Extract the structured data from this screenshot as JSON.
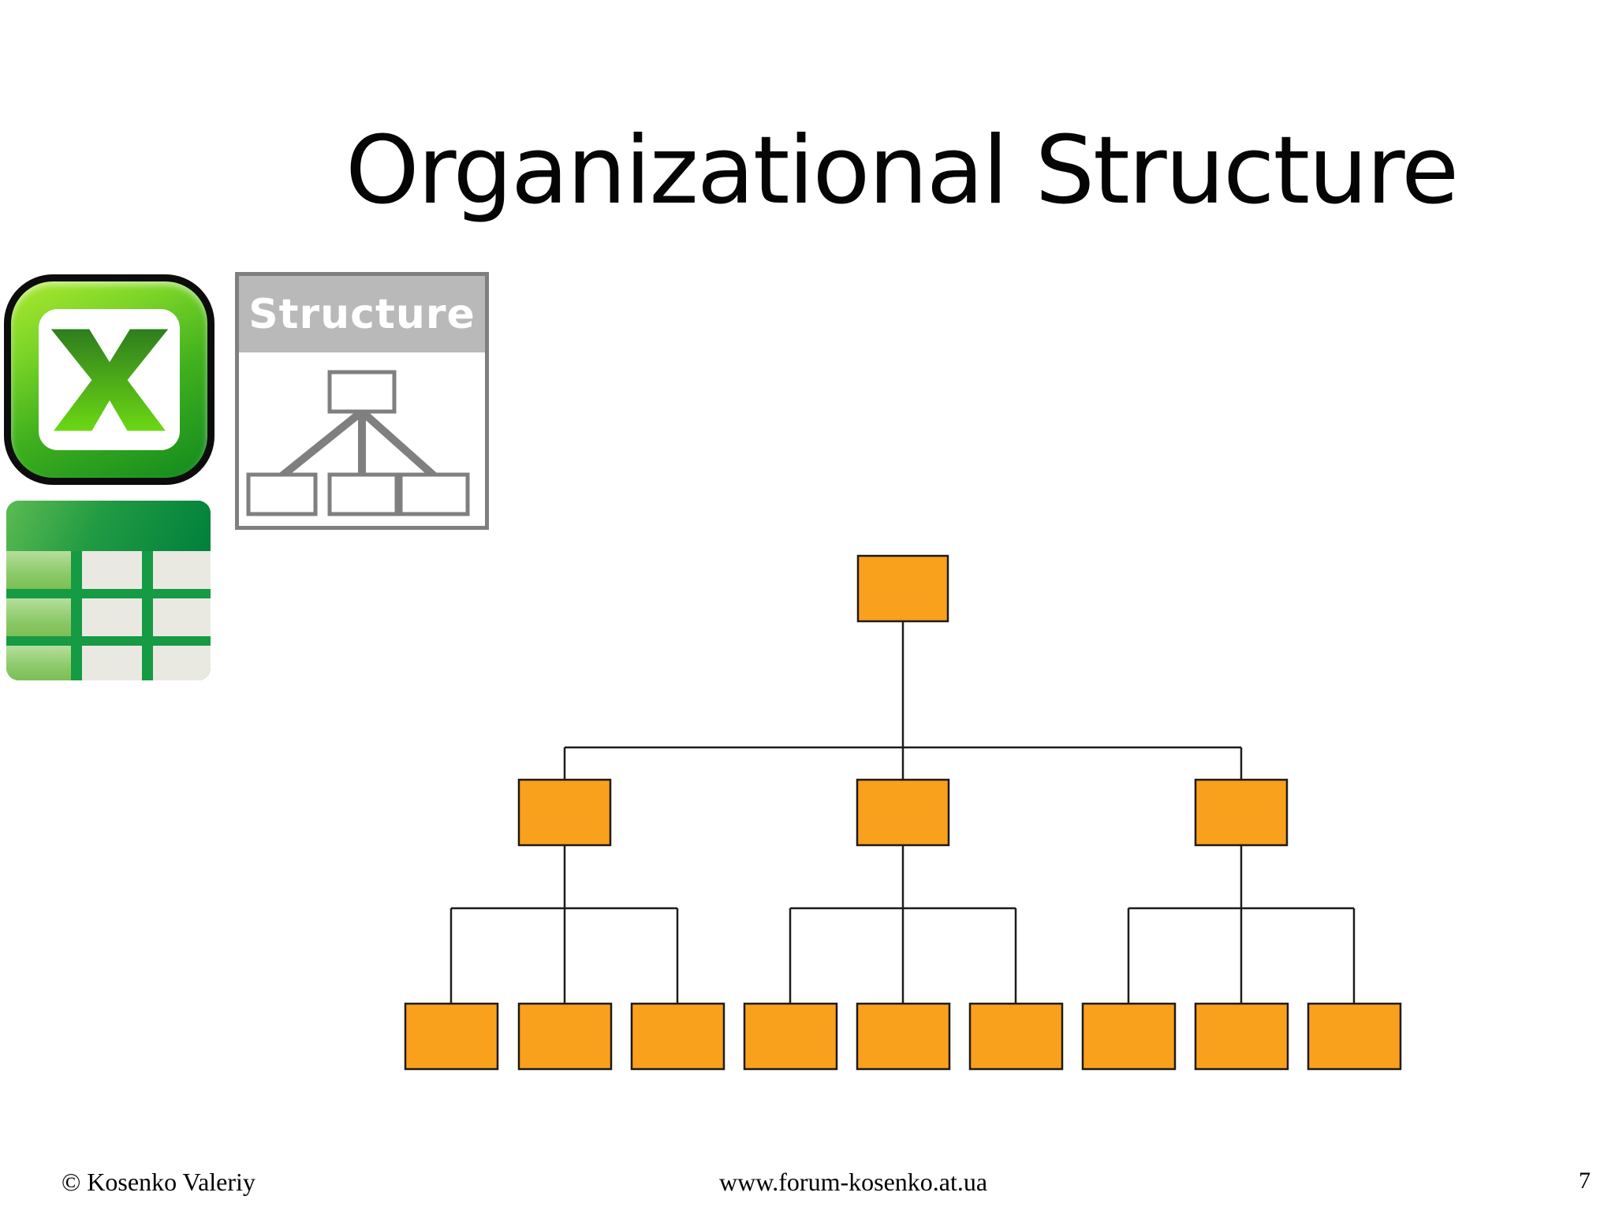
{
  "slide": {
    "title": "Organizational Structure",
    "background_color": "#FFFFFF"
  },
  "icons": {
    "excel": "excel-x-icon",
    "spreadsheet": "spreadsheet-grid-icon"
  },
  "structure_thumbnail": {
    "label": "Structure",
    "header_color": "#B9B9B9",
    "border_color": "#7F7F7F",
    "mini_chart": {
      "type": "tree",
      "levels": [
        {
          "level": 1,
          "nodes": 1
        },
        {
          "level": 2,
          "nodes": 3
        }
      ],
      "node_fill": "#FFFFFF",
      "node_border": "#7F7F7F"
    }
  },
  "chart_data": {
    "type": "tree",
    "title": "",
    "levels": [
      {
        "level": 1,
        "nodes": 1
      },
      {
        "level": 2,
        "nodes": 3
      },
      {
        "level": 3,
        "nodes": 9
      }
    ],
    "children_per_parent": 3,
    "node_labels": [],
    "node_fill": "#F9A01D",
    "node_border": "#1F1A17",
    "connector_color": "#1C1C1C"
  },
  "footer": {
    "copyright": "© Kosenko Valeriy",
    "website": "www.forum-kosenko.at.ua",
    "page_number": "7"
  }
}
